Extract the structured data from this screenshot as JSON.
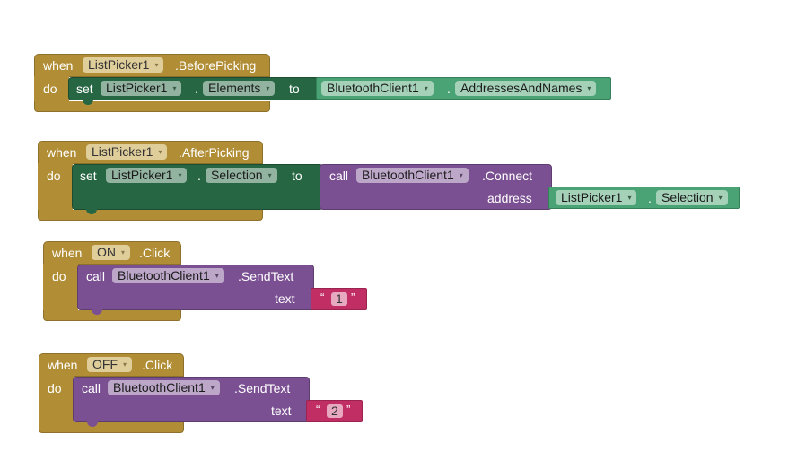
{
  "labels": {
    "when": "when",
    "do": "do",
    "set": "set",
    "to": "to",
    "call": "call",
    "dot": ".",
    "arrow": "▾",
    "address": "address",
    "text": "text",
    "quote_open": "“",
    "quote_close": "”"
  },
  "blocks": [
    {
      "component": "ListPicker1",
      "event": ".BeforePicking",
      "set_component": "ListPicker1",
      "set_property": "Elements",
      "value_component": "BluetoothClient1",
      "value_property": "AddressesAndNames"
    },
    {
      "component": "ListPicker1",
      "event": ".AfterPicking",
      "set_component": "ListPicker1",
      "set_property": "Selection",
      "call_component": "BluetoothClient1",
      "call_method": ".Connect",
      "arg_component": "ListPicker1",
      "arg_property": "Selection"
    },
    {
      "component": "ON",
      "event": ".Click",
      "call_component": "BluetoothClient1",
      "call_method": ".SendText",
      "text_value": "1"
    },
    {
      "component": "OFF",
      "event": ".Click",
      "call_component": "BluetoothClient1",
      "call_method": ".SendText",
      "text_value": "2"
    }
  ],
  "colors": {
    "event_block": "#b18e35",
    "setter_block": "#266643",
    "component_getter": "#4aa375",
    "method_call": "#7b5092",
    "text_block": "#c12e63"
  }
}
